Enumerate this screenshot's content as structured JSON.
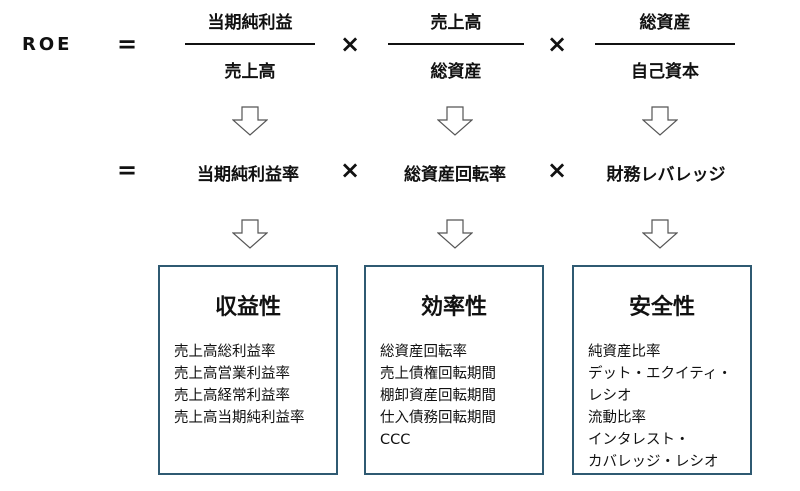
{
  "formula": {
    "lhs": "ROE",
    "equals": "=",
    "times": "×",
    "fractions": [
      {
        "numerator": "当期純利益",
        "denominator": "売上高"
      },
      {
        "numerator": "売上高",
        "denominator": "総資産"
      },
      {
        "numerator": "総資産",
        "denominator": "自己資本"
      }
    ]
  },
  "decomposition": {
    "equals": "=",
    "times": "×",
    "terms": [
      "当期純利益率",
      "総資産回転率",
      "財務レバレッジ"
    ]
  },
  "boxes": [
    {
      "title": "収益性",
      "items": [
        "売上高総利益率",
        "売上高営業利益率",
        "売上高経常利益率",
        "売上高当期純利益率"
      ]
    },
    {
      "title": "効率性",
      "items": [
        "総資産回転率",
        "売上債権回転期間",
        "棚卸資産回転期間",
        "仕入債務回転期間",
        "CCC"
      ]
    },
    {
      "title": "安全性",
      "items": [
        "純資産比率",
        "デット・エクイティ・",
        "レシオ",
        "流動比率",
        "インタレスト・",
        "カバレッジ・レシオ"
      ]
    }
  ]
}
